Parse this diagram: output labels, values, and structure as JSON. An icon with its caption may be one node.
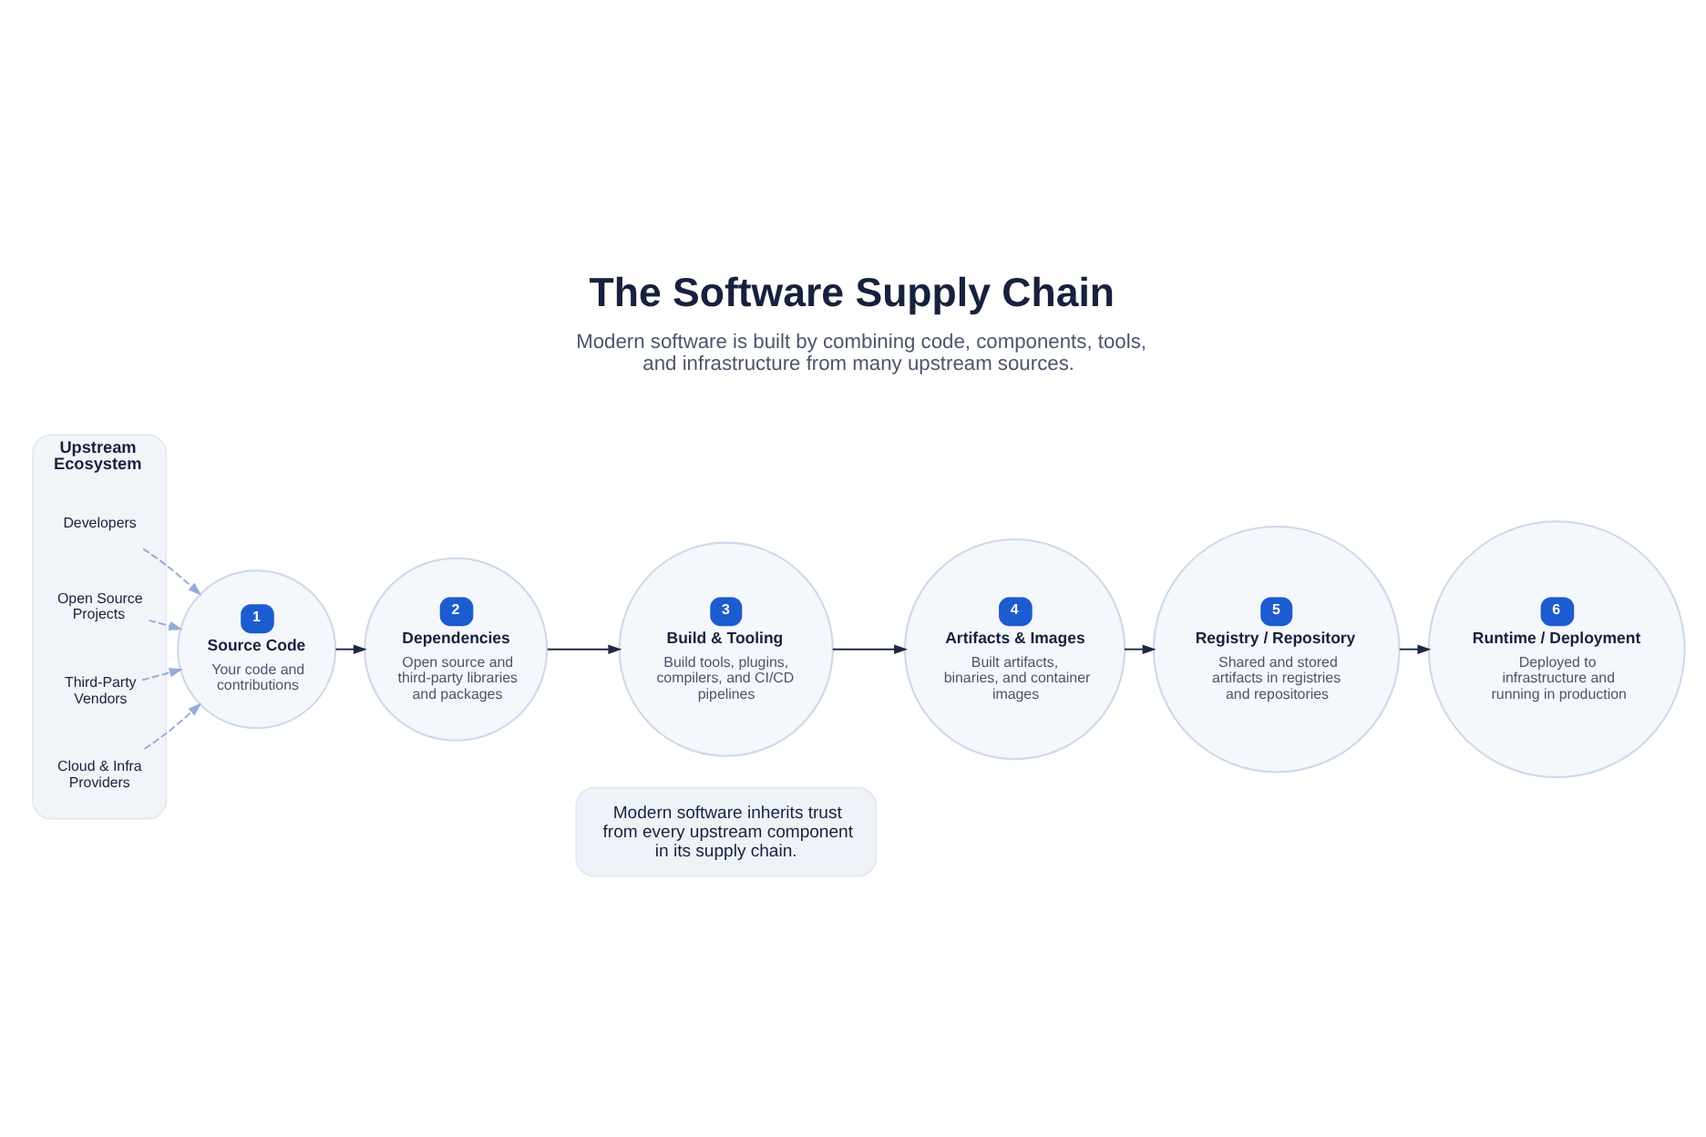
{
  "diagram": {
    "title": "The Software Supply Chain",
    "caption": "Modern software is built by combining code, components, tools, and infrastructure from many upstream sources.",
    "nodes": [
      {
        "text": [
          "Upstream Ecosystem"
        ]
      },
      {
        "text": [
          "Developers"
        ],
        "in": 0
      },
      {
        "text": [
          "Open Source Projects"
        ],
        "in": 0
      },
      {
        "text": [
          "Third-Party Vendors"
        ],
        "in": 0
      },
      {
        "text": [
          "Cloud & Infra Providers"
        ],
        "in": 0
      },
      {
        "text": [
          "1",
          "Source Code",
          "Your code and contributions"
        ]
      },
      {
        "text": [
          "2",
          "Dependencies",
          "Open source and third-party libraries and packages"
        ]
      },
      {
        "text": [
          "3",
          "Build & Tooling",
          "Build tools, plugins, compilers, and CI/CD pipelines"
        ]
      },
      {
        "text": [
          "4",
          "Artifacts & Images",
          "Built artifacts, binaries, and container images"
        ]
      },
      {
        "text": [
          "5",
          "Registry / Repository",
          "Shared and stored artifacts in registries and repositories"
        ]
      },
      {
        "text": [
          "6",
          "Runtime / Deployment",
          "Deployed to infrastructure and running in production"
        ]
      },
      {
        "text": [
          "Modern software inherits trust from every upstream component in its supply chain."
        ]
      }
    ],
    "edges": [
      {
        "from": 1,
        "to": 5,
        "arrow": "to",
        "style": "dashed",
        "color": "#94acd6"
      },
      {
        "from": 2,
        "to": 5,
        "arrow": "to",
        "style": "dashed",
        "color": "#94acd6"
      },
      {
        "from": 3,
        "to": 5,
        "arrow": "to",
        "style": "dashed",
        "color": "#94acd6"
      },
      {
        "from": 4,
        "to": 5,
        "arrow": "to",
        "style": "dashed",
        "color": "#94acd6"
      },
      {
        "from": 5,
        "to": 6,
        "arrow": "to"
      },
      {
        "from": 6,
        "to": 7,
        "arrow": "to"
      },
      {
        "from": 7,
        "to": 8,
        "arrow": "to"
      },
      {
        "from": 8,
        "to": 9,
        "arrow": "to"
      },
      {
        "from": 9,
        "to": 10,
        "arrow": "to"
      }
    ]
  }
}
